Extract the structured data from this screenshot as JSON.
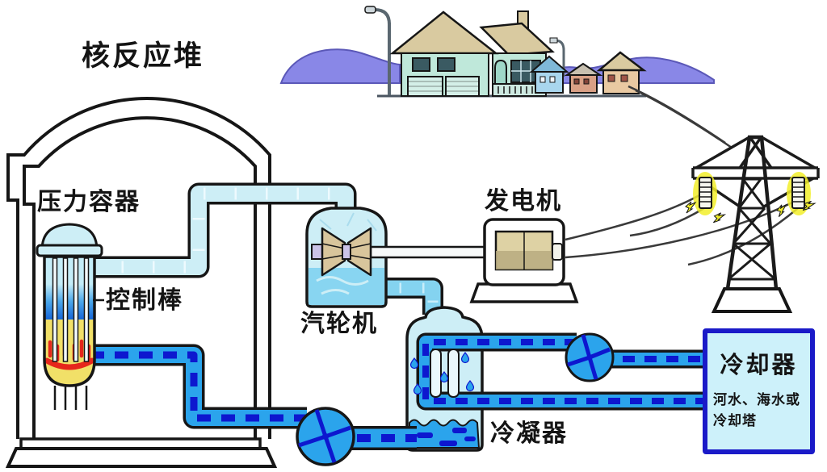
{
  "diagram": {
    "labels": {
      "reactor": "核反应堆",
      "pressure_vessel": "压力容器",
      "control_rods": "控制棒",
      "turbine": "汽轮机",
      "generator": "发电机",
      "condenser": "冷凝器",
      "cooler_title": "冷却器",
      "cooler_subtitle_line1": "河水、海水或",
      "cooler_subtitle_line2": "冷却塔"
    },
    "colors": {
      "ink": "#161616",
      "label_color": "#141414",
      "steam_pipe": "#cdeef6",
      "wet_steam": "#84d3f0",
      "water_blue": "#2ba4ec",
      "water_dash": "#0d17cf",
      "vessel_water_top": "#c4edf8",
      "vessel_water_mid": "#4aa6ea",
      "vessel_water_deep": "#1565d8",
      "fuel_yellow": "#f1e068",
      "heat_red": "#e6271c",
      "turbine_blade": "#d8c59c",
      "generator_body": "#ded2a4",
      "generator_shade": "#b9ac80",
      "cooler_fill": "#cdf1fa",
      "cooler_border": "#1a1ac8",
      "hill_purple": "#8987e7",
      "house_wall": "#bfe8da",
      "roof_tan": "#d9caa0",
      "house_blue": "#a9d6ee",
      "house_tan": "#e9c9a2",
      "house_pink": "#d9a086",
      "window_dark": "#3a5a62",
      "spark_yellow": "#f2ef2a"
    }
  }
}
